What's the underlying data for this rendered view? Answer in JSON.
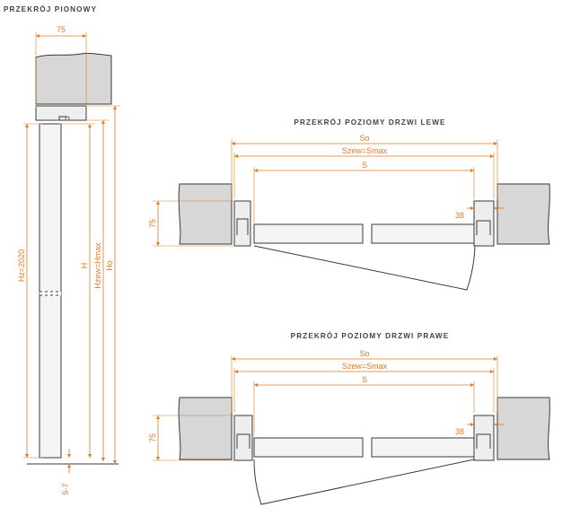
{
  "titles": {
    "vertical": "PRZEKRÓJ PIONOWY",
    "left": "PRZEKRÓJ POZIOMY DRZWI LEWE",
    "right": "PRZEKRÓJ POZIOMY DRZWI PRAWE"
  },
  "vertical": {
    "wall_width": "75",
    "hz": "Hz=2020",
    "h": "H",
    "hzew": "Hzew=Hmax",
    "ho": "Ho",
    "gap": "5-7"
  },
  "left_door": {
    "so": "So",
    "szew": "Szew=Smax",
    "s": "S",
    "wall_depth": "75",
    "frame_depth": "38"
  },
  "right_door": {
    "so": "So",
    "szew": "Szew=Smax",
    "s": "S",
    "wall_depth": "75",
    "frame_depth": "38"
  },
  "colors": {
    "dimension": "#e07a22",
    "wall": "#d7d7d7",
    "outline": "#3a3a3a"
  }
}
